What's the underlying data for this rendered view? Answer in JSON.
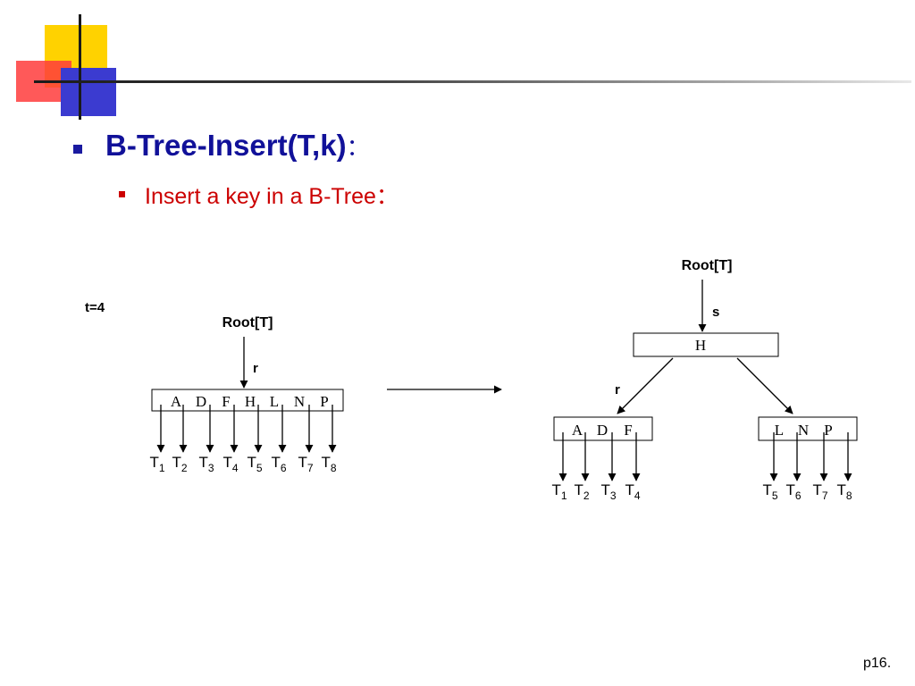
{
  "slide": {
    "title": "B-Tree-Insert(T,k)",
    "title_colon": "：",
    "subtitle": "Insert a key in a B-Tree：",
    "page": "p16."
  },
  "diagram": {
    "t_label": "t=4",
    "left": {
      "root_label": "Root[T]",
      "pointer_label": "r",
      "keys": [
        "A",
        "D",
        "F",
        "H",
        "L",
        "N",
        "P"
      ],
      "children": [
        [
          "T",
          "1"
        ],
        [
          "T",
          "2"
        ],
        [
          "T",
          "3"
        ],
        [
          "T",
          "4"
        ],
        [
          "T",
          "5"
        ],
        [
          "T",
          "6"
        ],
        [
          "T",
          "7"
        ],
        [
          "T",
          "8"
        ]
      ]
    },
    "right": {
      "root_label": "Root[T]",
      "pointer_label": "s",
      "root_keys": [
        "H"
      ],
      "left_pointer_label": "r",
      "left_keys": [
        "A",
        "D",
        "F"
      ],
      "right_keys": [
        "L",
        "N",
        "P"
      ],
      "left_children": [
        [
          "T",
          "1"
        ],
        [
          "T",
          "2"
        ],
        [
          "T",
          "3"
        ],
        [
          "T",
          "4"
        ]
      ],
      "right_children": [
        [
          "T",
          "5"
        ],
        [
          "T",
          "6"
        ],
        [
          "T",
          "7"
        ],
        [
          "T",
          "8"
        ]
      ]
    }
  }
}
